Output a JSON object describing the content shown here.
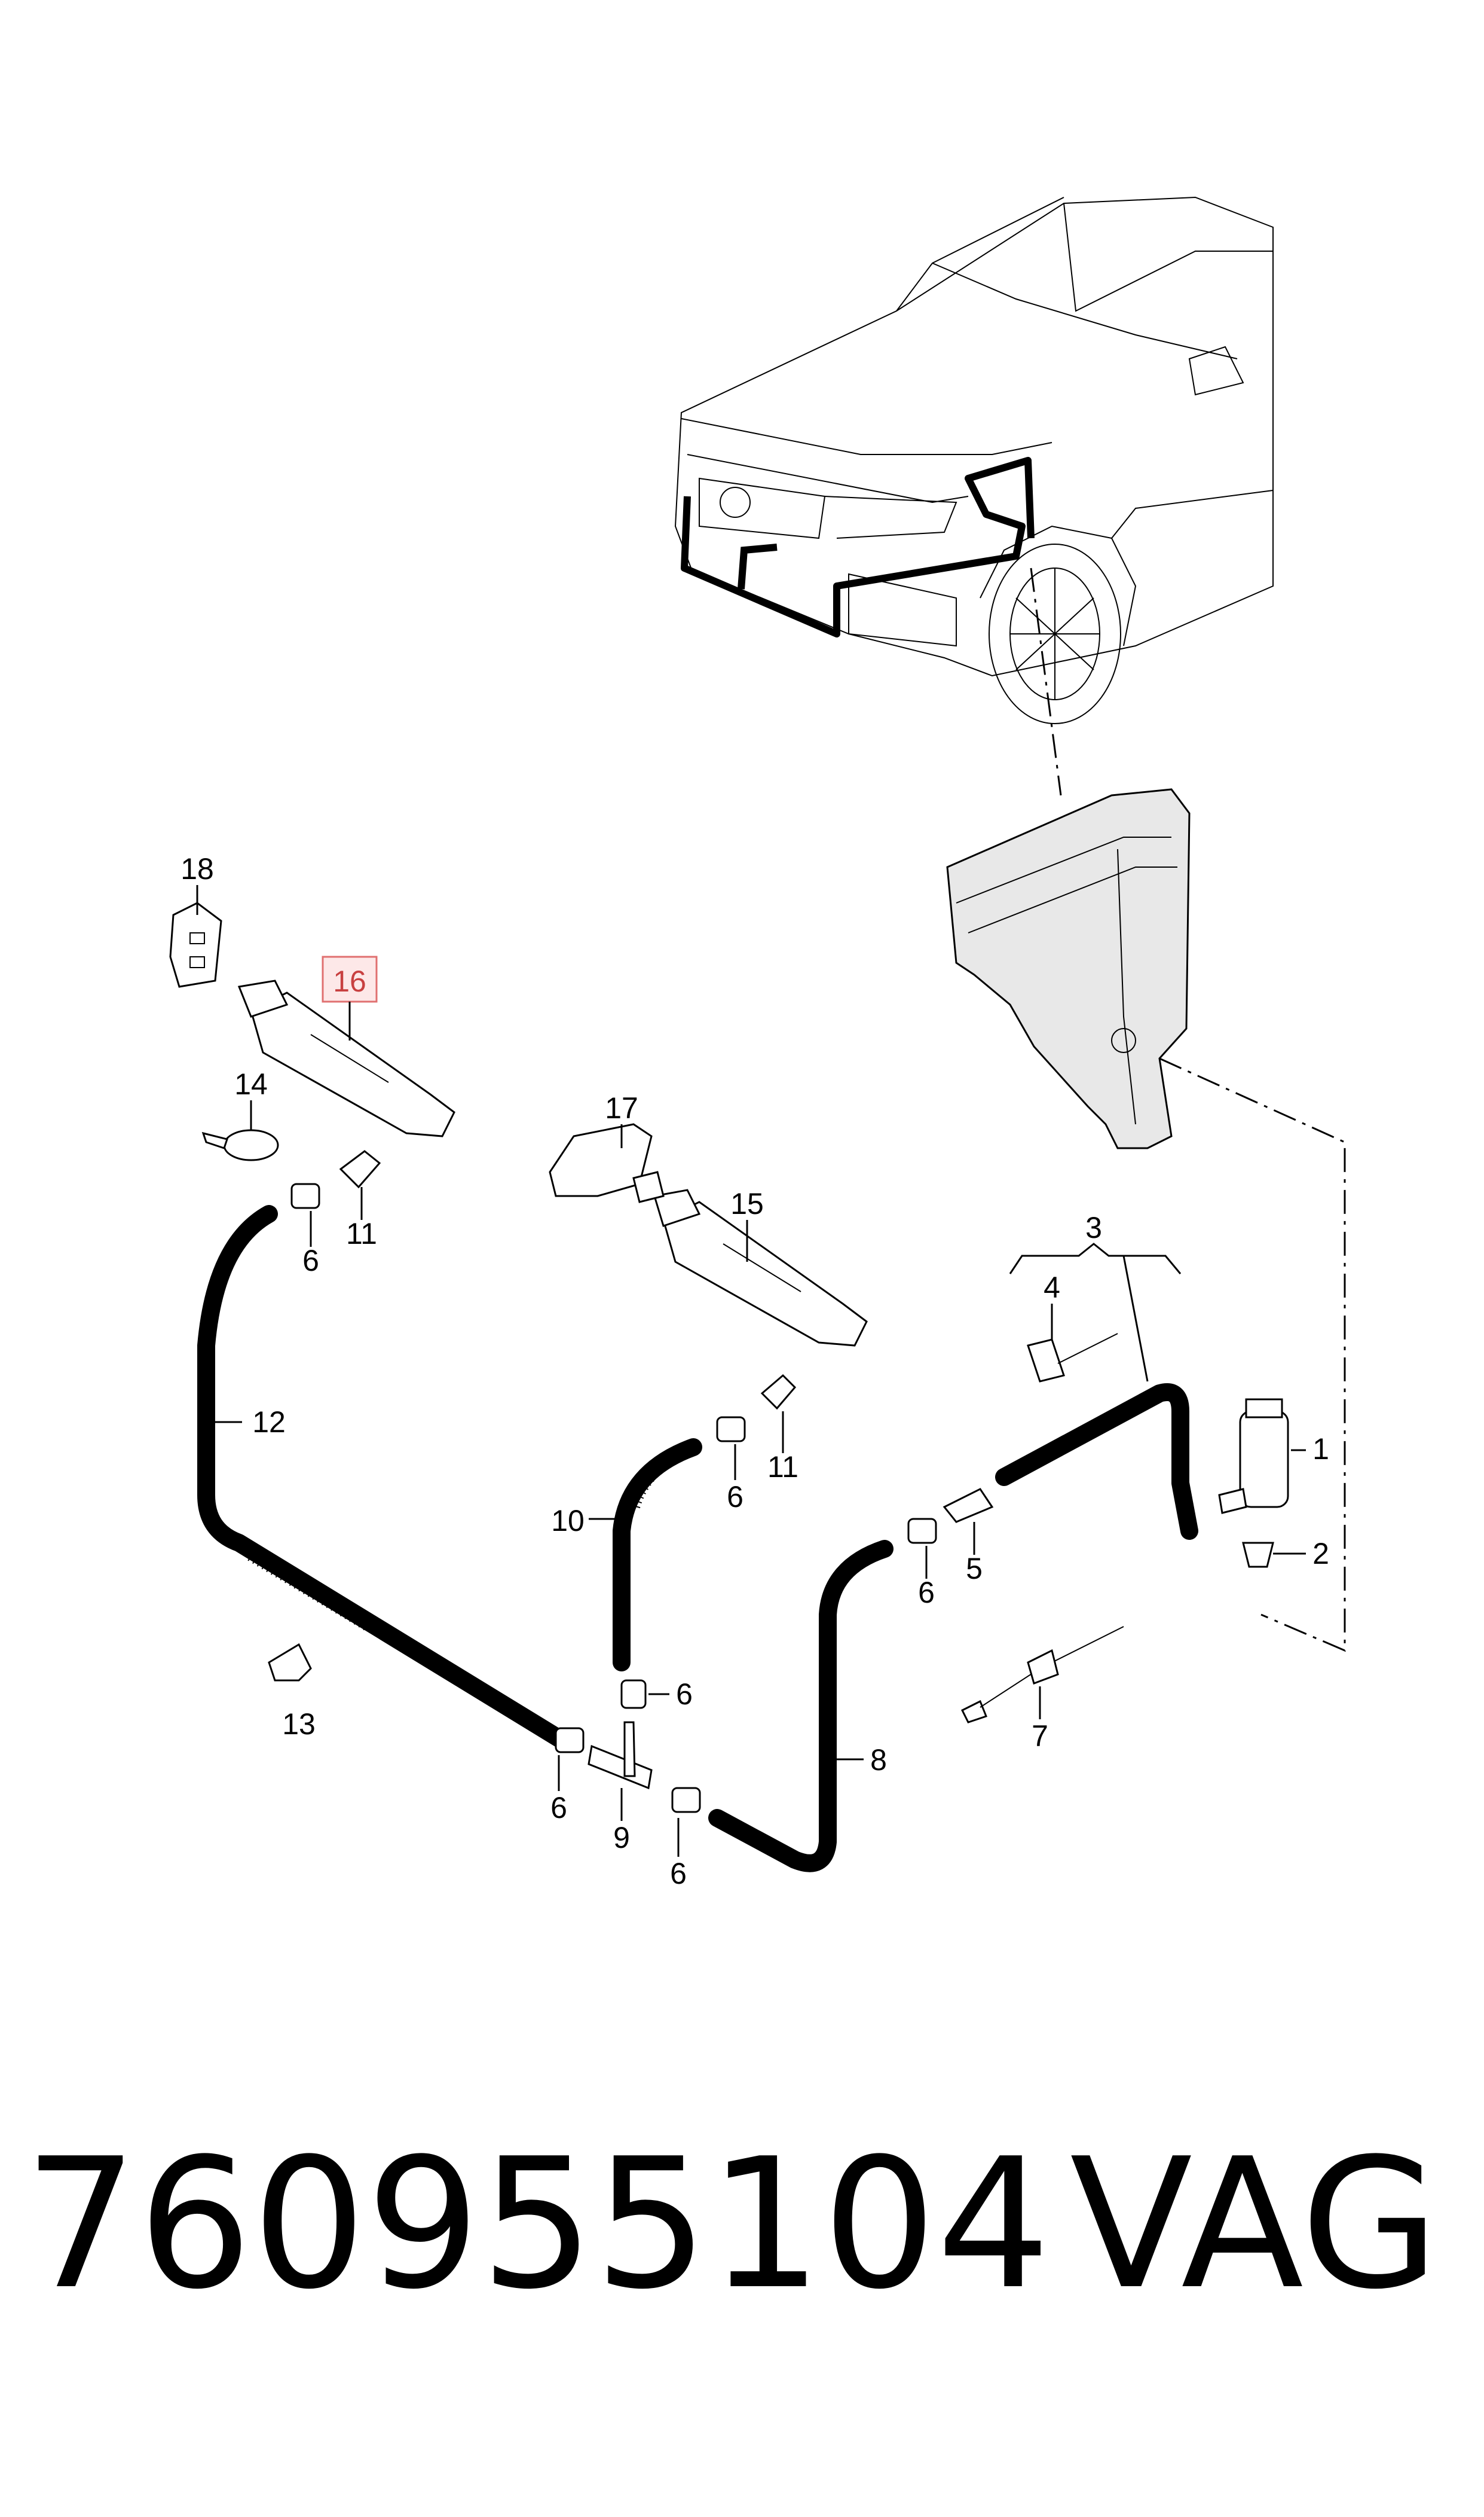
{
  "diagram": {
    "highlight_color": "#e07070",
    "highlighted_callout": "16",
    "callouts": [
      "1",
      "2",
      "3",
      "4",
      "5",
      "6",
      "6",
      "6",
      "6",
      "6",
      "6",
      "7",
      "8",
      "9",
      "10",
      "11",
      "11",
      "12",
      "13",
      "14",
      "15",
      "16",
      "17",
      "18"
    ]
  },
  "footer": {
    "part_number": "760955104",
    "brand": "VAG"
  }
}
